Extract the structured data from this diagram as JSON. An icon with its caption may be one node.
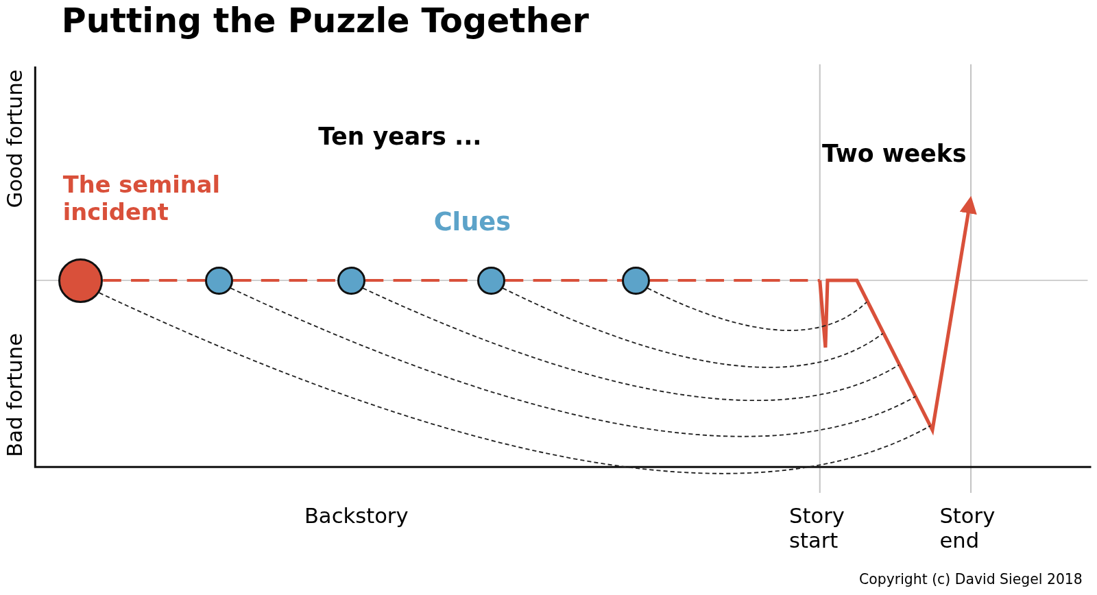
{
  "diagram": {
    "title": "Putting the Puzzle Together",
    "nodes": [
      {
        "text": [],
        "shape": "circle",
        "beside": [
          "The seminal incident"
        ]
      },
      {
        "text": [],
        "shape": "circle"
      },
      {
        "text": [],
        "shape": "circle"
      },
      {
        "text": [],
        "shape": "circle"
      },
      {
        "text": [],
        "shape": "circle"
      },
      {
        "text": [],
        "shape": "line"
      }
    ],
    "edges": [
      {
        "from": 0,
        "to": 1,
        "arrow": "none",
        "style": "dashed",
        "color": "#d9503a"
      },
      {
        "from": 1,
        "to": 2,
        "arrow": "none",
        "style": "dashed",
        "color": "#d9503a"
      },
      {
        "from": 2,
        "to": 3,
        "arrow": "none",
        "style": "dashed",
        "color": "#d9503a"
      },
      {
        "from": 3,
        "to": 4,
        "arrow": "none",
        "style": "dashed",
        "color": "#d9503a"
      },
      {
        "from": 4,
        "to": 5,
        "arrow": "none",
        "style": "dashed",
        "color": "#d9503a"
      },
      {
        "from": 0,
        "to": 5,
        "arrow": "none",
        "style": "dashed",
        "color": "#222222"
      },
      {
        "from": 1,
        "to": 5,
        "arrow": "none",
        "style": "dashed",
        "color": "#222222"
      },
      {
        "from": 2,
        "to": 5,
        "arrow": "none",
        "style": "dashed",
        "color": "#222222"
      },
      {
        "from": 3,
        "to": 5,
        "arrow": "none",
        "style": "dashed",
        "color": "#222222"
      },
      {
        "from": 4,
        "to": 5,
        "arrow": "none",
        "style": "dashed",
        "color": "#222222"
      }
    ],
    "labels": [
      "Good fortune",
      "Ten years ...",
      "Two weeks",
      "Clues",
      "Bad fortune",
      "Backstory",
      "Story start",
      "Story end",
      "Copyright (c) David Siegel 2018"
    ]
  }
}
